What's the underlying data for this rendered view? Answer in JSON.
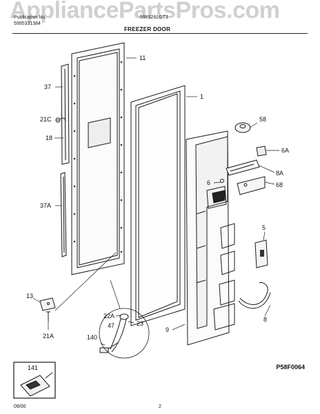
{
  "watermark": "AppliancePartsPros.com",
  "header": {
    "publication_label": "Publication No.",
    "publication_no": "5995331384",
    "model_no": "MRS26LGTJ",
    "title": "FREEZER DOOR"
  },
  "callouts": {
    "c11": "11",
    "c1": "1",
    "c37": "37",
    "c21c": "21C",
    "c18": "18",
    "c37a": "37A",
    "c58": "58",
    "c6a": "6A",
    "c8a": "8A",
    "c6": "6",
    "c68": "68",
    "c5": "5",
    "c13": "13",
    "c21a": "21A",
    "c22a": "22A",
    "c47": "47",
    "c23": "23",
    "c140": "140",
    "c9": "9",
    "c8": "8",
    "c141": "141"
  },
  "reference_code": "P58F0064",
  "footer": {
    "date": "09/00",
    "page": "2"
  }
}
